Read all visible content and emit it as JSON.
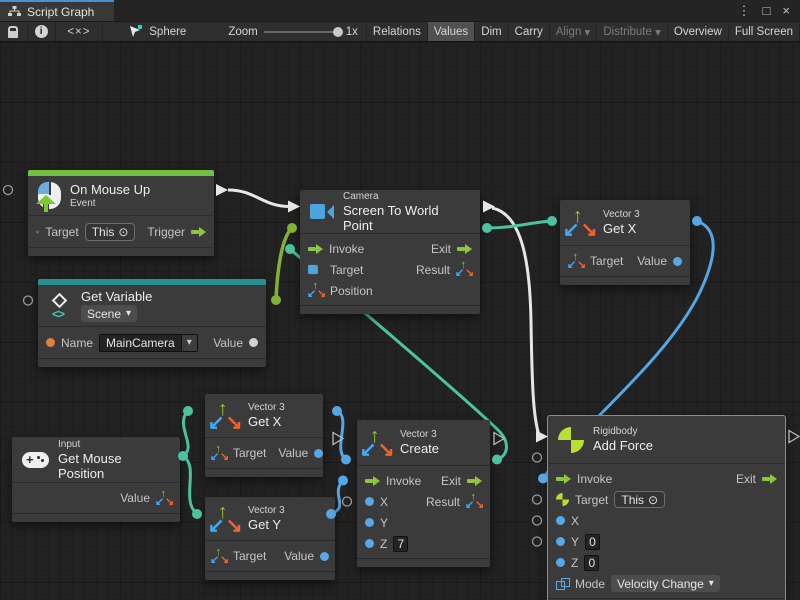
{
  "tab": {
    "title": "Script Graph"
  },
  "icons": {
    "menu": "⋮",
    "maximize": "□",
    "close": "×",
    "code": "<×>",
    "info": "i",
    "dropdown_arrow": "▾",
    "target_symbol": "⊙",
    "angle_brackets": "<>"
  },
  "toolbar": {
    "graph_name": "Sphere",
    "zoom_label": "Zoom",
    "zoom_value": "1x",
    "buttons": [
      {
        "label": "Relations"
      },
      {
        "label": "Values"
      },
      {
        "label": "Dim"
      },
      {
        "label": "Carry"
      },
      {
        "label": "Align"
      },
      {
        "label": "Distribute"
      },
      {
        "label": "Overview"
      },
      {
        "label": "Full Screen"
      }
    ]
  },
  "colors": {
    "accent_blue": "#4a90d9",
    "event_green_bar": "#72bf44",
    "variable_teal_bar": "#2a8f8f",
    "selection_border": "#4e9ddd",
    "wire_white": "#e6e6e6",
    "wire_green": "#83b136",
    "wire_teal": "#4cc3a0",
    "wire_blue": "#55a6e4",
    "port_blue": "#56a8e8",
    "port_orange": "#e0813d",
    "flow_arrow_green": "#8cc63f"
  },
  "nodes": {
    "on_mouse_up": {
      "title": "On Mouse Up",
      "subtitle": "Event",
      "target_label": "Target",
      "target_value": "This",
      "trigger_label": "Trigger"
    },
    "get_variable": {
      "title": "Get Variable",
      "scope": "Scene",
      "name_label": "Name",
      "name_value": "MainCamera",
      "value_label": "Value"
    },
    "camera": {
      "category": "Camera",
      "title": "Screen To World Point",
      "invoke": "Invoke",
      "exit": "Exit",
      "target": "Target",
      "result": "Result",
      "position": "Position"
    },
    "get_x_top": {
      "category": "Vector 3",
      "title": "Get X",
      "target": "Target",
      "value": "Value"
    },
    "get_mouse_position": {
      "category": "Input",
      "title": "Get Mouse Position",
      "value": "Value"
    },
    "get_x": {
      "category": "Vector 3",
      "title": "Get X",
      "target": "Target",
      "value": "Value"
    },
    "get_y": {
      "category": "Vector 3",
      "title": "Get Y",
      "target": "Target",
      "value": "Value"
    },
    "create": {
      "category": "Vector 3",
      "title": "Create",
      "invoke": "Invoke",
      "exit": "Exit",
      "x": "X",
      "y": "Y",
      "z": "Z",
      "z_value": "7",
      "result": "Result"
    },
    "add_force": {
      "category": "Rigidbody",
      "title": "Add Force",
      "invoke": "Invoke",
      "exit": "Exit",
      "target": "Target",
      "target_value": "This",
      "x": "X",
      "y": "Y",
      "y_value": "0",
      "z": "Z",
      "z_value": "0",
      "mode": "Mode",
      "mode_value": "Velocity Change"
    }
  }
}
